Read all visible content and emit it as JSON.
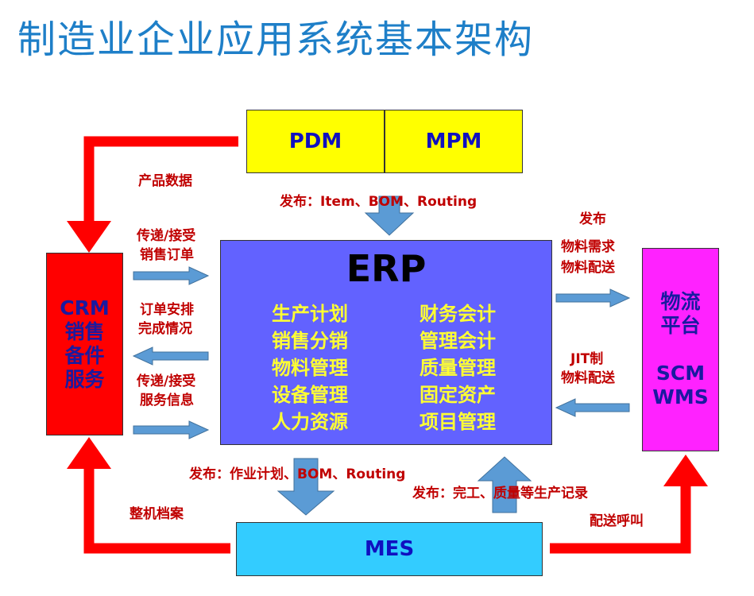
{
  "title": "制造业企业应用系统基本架构",
  "boxes": {
    "pdm": "PDM",
    "mpm": "MPM",
    "erp": "ERP",
    "crm_lines": [
      "CRM",
      "销售",
      "备件",
      "服务"
    ],
    "scm_lines": [
      "物流",
      "平台",
      "",
      "SCM",
      "WMS"
    ],
    "mes": "MES"
  },
  "erp_modules": {
    "left": [
      "生产计划",
      "销售分销",
      "物料管理",
      "设备管理",
      "人力资源"
    ],
    "right": [
      "财务会计",
      "管理会计",
      "质量管理",
      "固定资产",
      "项目管理"
    ]
  },
  "labels": {
    "product_data": "产品数据",
    "publish_item": "发布：Item、BOM、Routing",
    "crm_pass1_a": "传递/接受",
    "crm_pass1_b": "销售订单",
    "order_a": "订单安排",
    "order_b": "完成情况",
    "crm_pass2_a": "传递/接受",
    "crm_pass2_b": "服务信息",
    "scm_pub": "发布",
    "scm_req_a": "物料需求",
    "scm_req_b": "物料配送",
    "jit_a": "JIT制",
    "jit_b": "物料配送",
    "publish_work": "发布：作业计划、BOM、Routing",
    "publish_done": "发布：完工、质量等生产记录",
    "archive": "整机档案",
    "delivery_call": "配送呼叫"
  },
  "colors": {
    "title": "#1e7fc8",
    "red_arrow": "#ff0000",
    "blue_arrow": "#5b9bd5",
    "label": "#c00000"
  }
}
